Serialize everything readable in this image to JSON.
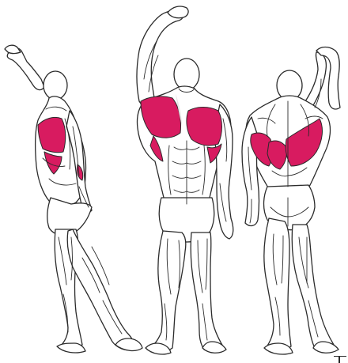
{
  "illustration": {
    "subject": "anatomy-figures",
    "highlight_color": "#d81b60",
    "outline_color": "#2b2b2b",
    "background_color": "#ffffff",
    "figures": [
      {
        "view": "side",
        "highlighted_muscles": [
          "latissimus-dorsi",
          "serratus-anterior"
        ]
      },
      {
        "view": "front",
        "highlighted_muscles": [
          "pectoralis-major",
          "latissimus-dorsi"
        ]
      },
      {
        "view": "back",
        "highlighted_muscles": [
          "latissimus-dorsi",
          "teres-major"
        ]
      }
    ]
  }
}
